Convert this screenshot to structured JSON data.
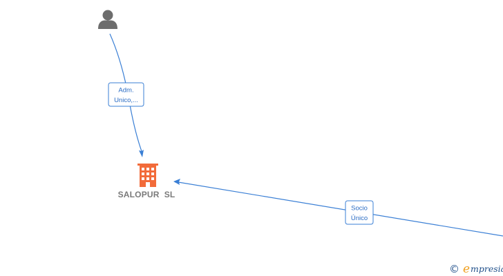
{
  "nodes": {
    "person": {
      "icon": "person-icon"
    },
    "company": {
      "icon": "building-icon",
      "label": "SALOPUR  SL"
    }
  },
  "edges": [
    {
      "from": "person",
      "to": "company",
      "label_lines": [
        "Adm.",
        "Unico,..."
      ]
    },
    {
      "from": "offscreen-right",
      "to": "company",
      "label_lines": [
        "Socio",
        "Único"
      ]
    }
  ],
  "branding": {
    "copyright_symbol": "©",
    "brand_initial": "e",
    "brand_rest": "mpresia"
  },
  "colors": {
    "edge": "#3a7fd5",
    "company_icon": "#f26b3a",
    "person_icon": "#6d6d6d",
    "brand_initial": "#f0a020",
    "brand_text": "#1f4f8a"
  }
}
